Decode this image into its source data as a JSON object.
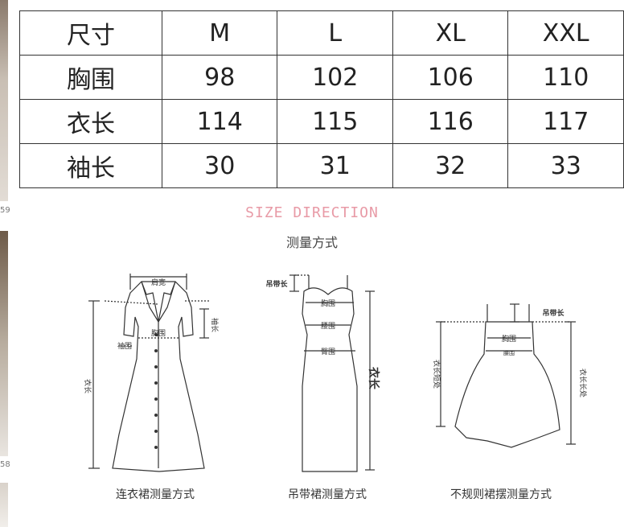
{
  "table": {
    "header": [
      "尺寸",
      "M",
      "L",
      "XL",
      "XXL"
    ],
    "rows": [
      [
        "胸围",
        "98",
        "102",
        "106",
        "110"
      ],
      [
        "衣长",
        "114",
        "115",
        "116",
        "117"
      ],
      [
        "袖长",
        "30",
        "31",
        "32",
        "33"
      ]
    ]
  },
  "edge_numbers": [
    "59",
    "58"
  ],
  "direction": {
    "title_en": "SIZE DIRECTION",
    "title_cn": "测量方式"
  },
  "diagrams": {
    "dress": {
      "caption": "连衣裙测量方式",
      "labels": [
        "肩宽",
        "衣长",
        "袖长",
        "胸围",
        "袖围"
      ]
    },
    "slip": {
      "caption": "吊带裙测量方式",
      "labels": [
        "吊带长",
        "胸围",
        "腰围",
        "臀围",
        "衣长"
      ]
    },
    "irregular": {
      "caption": "不规则裙摆测量方式",
      "labels": [
        "吊带长",
        "胸围",
        "腰围",
        "衣长短处",
        "衣长长处"
      ]
    }
  }
}
